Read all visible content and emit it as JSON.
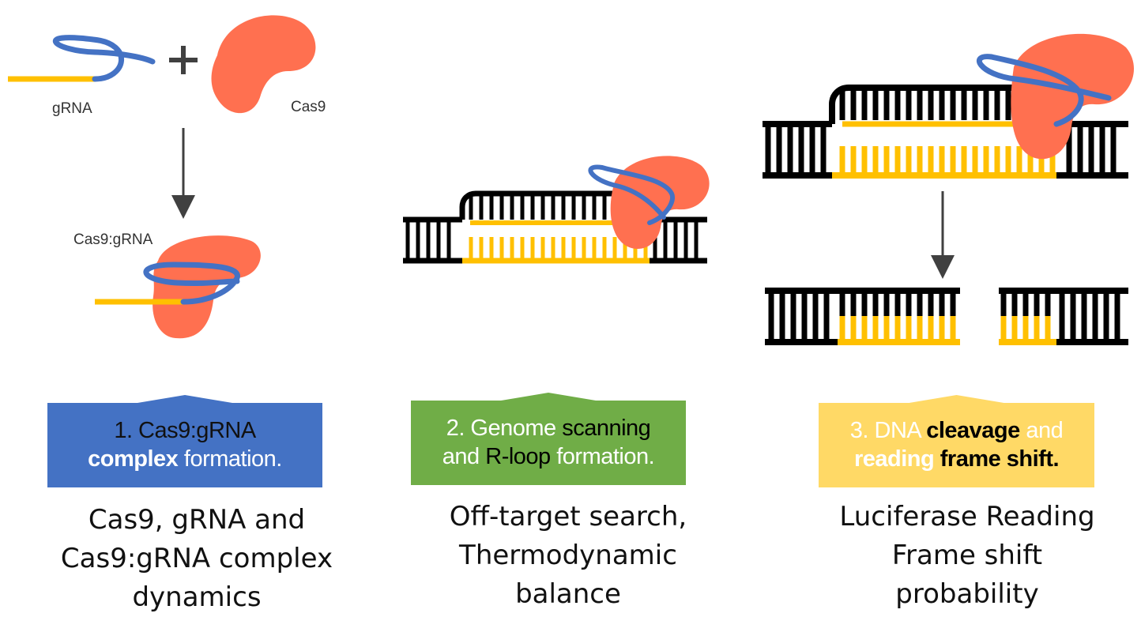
{
  "labels": {
    "grna": "gRNA",
    "cas9": "Cas9",
    "complex": "Cas9:gRNA",
    "plus": "+"
  },
  "colors": {
    "dna": "#000000",
    "grna": "#ffc000",
    "rna_loop": "#4472c4",
    "cas9": "#ff7050",
    "arrow": "#404040",
    "box1": "#4472c4",
    "box2": "#70ad47",
    "box3": "#ffd966"
  },
  "steps": [
    {
      "title_parts": [
        "1. Cas9:gRNA",
        "complex",
        " formation."
      ],
      "description": [
        "Cas9, gRNA and",
        "Cas9:gRNA complex",
        "dynamics"
      ]
    },
    {
      "title_parts": [
        "2. Genome ",
        "scanning",
        "and ",
        "R-loop",
        " formation."
      ],
      "description": [
        "Off-target search,",
        "Thermodynamic",
        "balance"
      ]
    },
    {
      "title_parts": [
        "3. DNA ",
        "cleavage",
        " and",
        "reading",
        " frame shift."
      ],
      "description": [
        "Luciferase Reading",
        "Frame shift",
        "probability"
      ]
    }
  ]
}
